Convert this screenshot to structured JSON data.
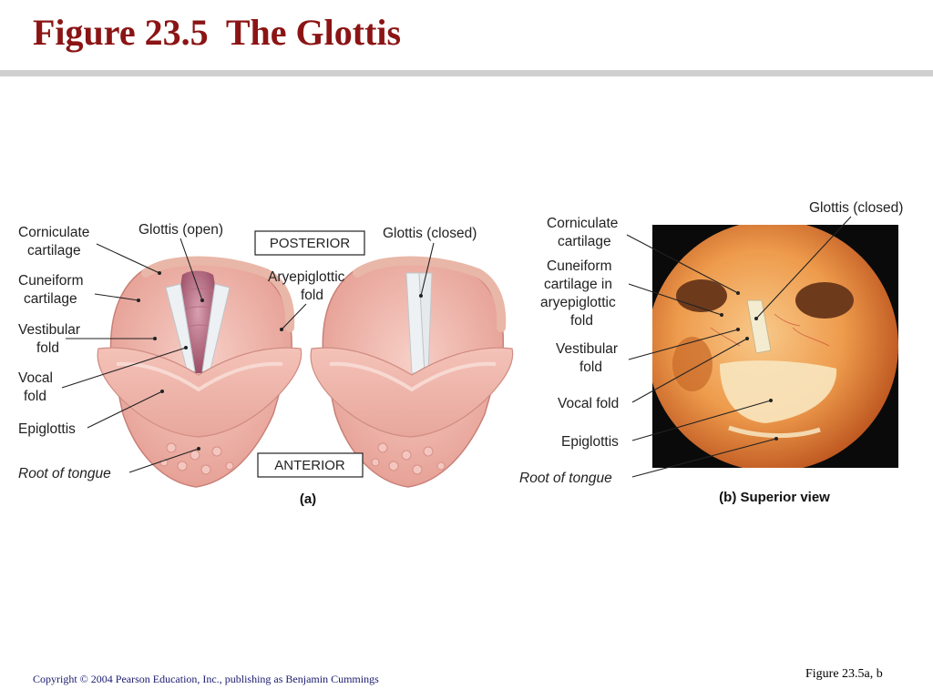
{
  "slide": {
    "title": "Figure 23.5  The Glottis",
    "copyright": "Copyright © 2004 Pearson Education, Inc., publishing as Benjamin Cummings",
    "figure_ref": "Figure 23.5a, b"
  },
  "panel_a": {
    "caption": "(a)",
    "orientation_top": "POSTERIOR",
    "orientation_bottom": "ANTERIOR",
    "left_labels": {
      "corniculate": [
        "Corniculate",
        "cartilage"
      ],
      "cuneiform": [
        "Cuneiform",
        "cartilage"
      ],
      "vestibular": [
        "Vestibular",
        "fold"
      ],
      "vocal": [
        "Vocal",
        "fold"
      ],
      "epiglottis": "Epiglottis",
      "root": "Root of tongue"
    },
    "glottis_open": "Glottis (open)",
    "glottis_closed": "Glottis (closed)",
    "aryepiglottic": [
      "Aryepiglottic",
      "fold"
    ]
  },
  "panel_b": {
    "caption": "(b) Superior view",
    "glottis_closed": "Glottis (closed)",
    "labels": {
      "corniculate": [
        "Corniculate",
        "cartilage"
      ],
      "cuneiform": [
        "Cuneiform",
        "cartilage in",
        "aryepiglottic",
        "fold"
      ],
      "vestibular": [
        "Vestibular",
        "fold"
      ],
      "vocal": "Vocal fold",
      "epiglottis": "Epiglottis",
      "root": "Root of tongue"
    }
  },
  "colors": {
    "title": "#8b1414",
    "tissue": "#f0b3a6",
    "tissue_dark": "#d98c82",
    "cord": "#e8ecee",
    "photo_bg": "#0a0a0a",
    "photo_tissue": "#f2a55a"
  }
}
